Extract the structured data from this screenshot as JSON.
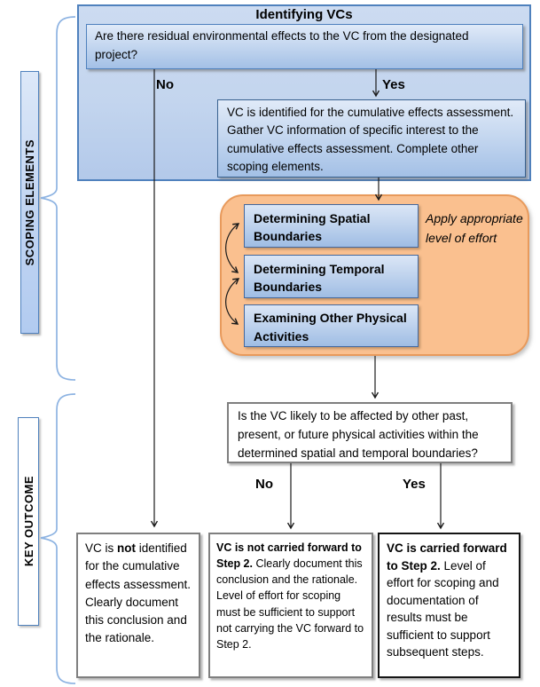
{
  "header": {
    "title": "Identifying VCs"
  },
  "sidebar": {
    "scoping_label": "SCOPING ELEMENTS",
    "outcome_label": "KEY OUTCOME"
  },
  "flow": {
    "q1": "Are there residual environmental effects to the VC from the designated project?",
    "q1_no": "No",
    "q1_yes": "Yes",
    "vc_identified": "VC is identified for the cumulative effects assessment. Gather VC information of specific interest to the cumulative effects assessment. Complete other scoping elements.",
    "scoping_boxes": [
      "Determining Spatial Boundaries",
      "Determining Temporal Boundaries",
      "Examining Other Physical Activities"
    ],
    "effort_note": "Apply appropriate level of effort",
    "q2": "Is the VC likely to be affected by other past, present, or future physical activities within the determined spatial and temporal boundaries?",
    "q2_no": "No",
    "q2_yes": "Yes",
    "outcome_left": {
      "pre": "VC is ",
      "bold": "not",
      "post": " identified for the cumulative effects assessment. Clearly document this conclusion and the rationale."
    },
    "outcome_mid": {
      "bold": "VC is not carried forward to Step 2.",
      "post": " Clearly document this conclusion and the rationale. Level of effort for scoping must be sufficient to support not carrying the VC forward to Step 2."
    },
    "outcome_right": {
      "bold": "VC is carried forward to Step 2.",
      "post": " Level of effort for scoping and documentation of results must be sufficient to support subsequent steps."
    }
  },
  "colors": {
    "accent_blue_border": "#4f81bd",
    "container_fill": "#c6d9f1",
    "box_gradient_top": "#e0eaf8",
    "box_gradient_bottom": "#a3c0e6",
    "orange_fill": "#fac08f",
    "orange_border": "#e89a5c",
    "gray_border": "#7f7f7f",
    "emphasis_border": "#151515",
    "brace_blue": "#8db3e2",
    "arrow_black": "#1a1a1a"
  }
}
